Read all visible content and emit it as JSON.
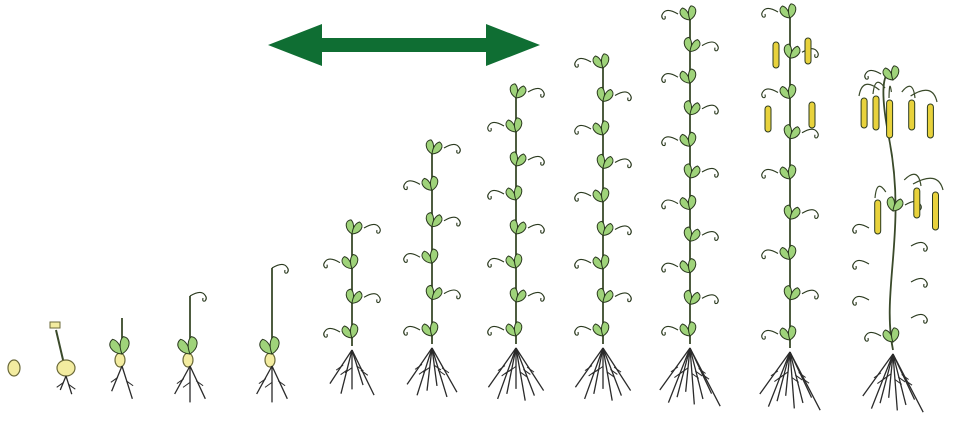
{
  "diagram": {
    "arrow": {
      "color": "#0f6e33",
      "icon": "double-headed-arrow-icon"
    },
    "palette": {
      "leaf": "#9fd37a",
      "leaf_outline": "#2b3a1f",
      "stem": "#3a4a2a",
      "seed": "#f3eca0",
      "seed_outline": "#6b6a3a",
      "root": "#2a2a2a",
      "pod": "#e8d23c"
    },
    "stages": [
      {
        "type": "seed"
      },
      {
        "type": "germinating-seed"
      },
      {
        "type": "seedling",
        "leaf_pairs": 1,
        "roots": 2
      },
      {
        "type": "seedling",
        "leaf_pairs": 1,
        "roots": 3
      },
      {
        "type": "young-plant",
        "leaf_pairs": 1,
        "roots": 3
      },
      {
        "type": "leafy-plant",
        "leaf_pairs": 4,
        "roots": 5
      },
      {
        "type": "leafy-plant",
        "leaf_pairs": 6,
        "roots": 6
      },
      {
        "type": "leafy-plant",
        "leaf_pairs": 8,
        "roots": 7
      },
      {
        "type": "leafy-plant",
        "leaf_pairs": 9,
        "roots": 7
      },
      {
        "type": "leafy-plant",
        "leaf_pairs": 11,
        "roots": 8
      },
      {
        "type": "mature-plant-with-pods",
        "leaf_pairs": 9,
        "roots": 8
      },
      {
        "type": "senescing-plant-with-pods",
        "leaf_pairs": 3,
        "roots": 8
      }
    ]
  }
}
